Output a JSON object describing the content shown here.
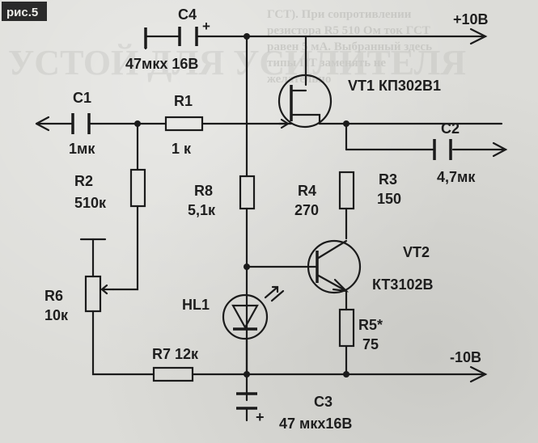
{
  "figure": {
    "badge": "рис.5"
  },
  "rails": {
    "plus": "+10В",
    "minus": "-10В"
  },
  "components": {
    "C4": {
      "ref": "C4",
      "value": "47мкх 16В",
      "plus": "+"
    },
    "VT1": {
      "label": "VT1  КП302В1"
    },
    "C1": {
      "ref": "C1",
      "value": "1мк"
    },
    "R1": {
      "ref": "R1",
      "value": "1 к"
    },
    "C2": {
      "ref": "C2",
      "value": "4,7мк"
    },
    "R2": {
      "ref": "R2",
      "value": "510к"
    },
    "R8": {
      "ref": "R8",
      "value": "5,1к"
    },
    "R4": {
      "ref": "R4",
      "value": "270"
    },
    "R3": {
      "ref": "R3",
      "value": "150"
    },
    "VT2": {
      "ref": "VT2",
      "type": "КТ3102В"
    },
    "R6": {
      "ref": "R6",
      "value": "10к"
    },
    "HL1": {
      "ref": "HL1"
    },
    "R5": {
      "ref": "R5*",
      "value": "75"
    },
    "R7": {
      "label": "R7 12к"
    },
    "C3": {
      "ref": "C3",
      "value": "47 мкх16В",
      "plus": "+"
    }
  },
  "background_text": {
    "lines": [
      "ГСТ). При сопротивлении",
      "резистора R5 510 Ом ток ГСТ",
      "равен 5 мА. Выбранный здесь",
      "типы ПТ заменять не",
      "желательно"
    ],
    "heading": "УСТОЙ ДЛЯ УСИЛИТЕЛЯ"
  }
}
